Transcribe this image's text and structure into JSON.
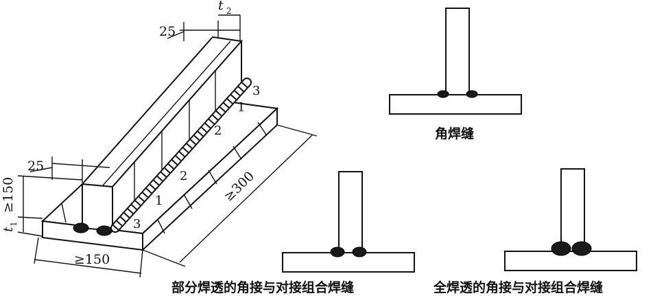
{
  "isometric": {
    "dim_top": "25",
    "dim_t2_main": "t",
    "dim_t2_sub": "2",
    "dim_left_top": "25",
    "dim_height": "≥150",
    "dim_t1_main": "t",
    "dim_t1_sub": "1",
    "dim_width": "≥150",
    "dim_length": "≥300",
    "labels": [
      "1",
      "2",
      "3",
      "1",
      "2",
      "3"
    ]
  },
  "captions": {
    "fillet": "角焊缝",
    "partial": "部分焊透的角接与对接组合焊缝",
    "full": "全焊透的角接与对接组合焊缝"
  }
}
